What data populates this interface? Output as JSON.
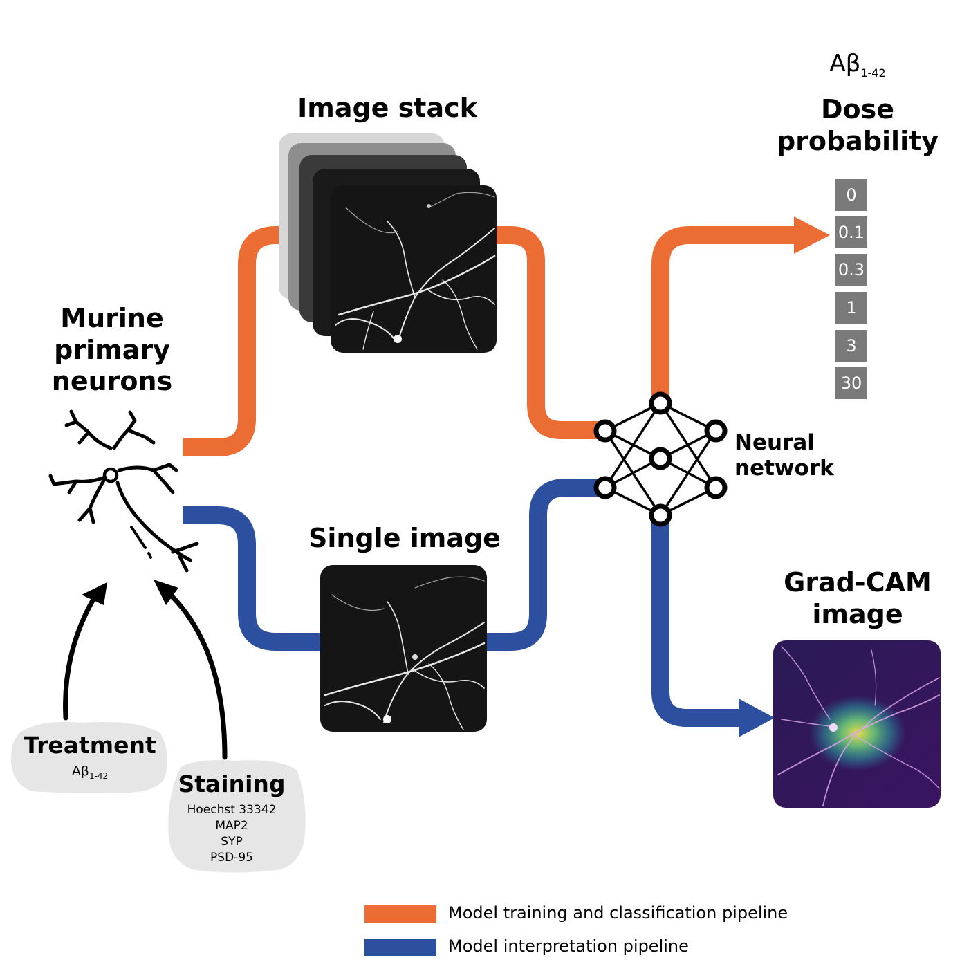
{
  "labels": {
    "murine": [
      "Murine",
      "primary",
      "neurons"
    ],
    "image_stack": "Image stack",
    "single_image": "Single image",
    "neural_network": [
      "Neural",
      "network"
    ],
    "dose_header": [
      "Dose",
      "probability"
    ],
    "abeta_main": "Aβ",
    "abeta_sub": "1-42",
    "gradcam": [
      "Grad-CAM",
      "image"
    ]
  },
  "treatment": {
    "title": "Treatment",
    "abeta_main": "Aβ",
    "abeta_sub": "1-42"
  },
  "staining": {
    "title": "Staining",
    "items": [
      "Hoechst 33342",
      "MAP2",
      "SYP",
      "PSD-95"
    ]
  },
  "dose_values": [
    "0",
    "0.1",
    "0.3",
    "1",
    "3",
    "30"
  ],
  "legend": [
    {
      "color": "#ec6d33",
      "label": "Model training and classification pipeline"
    },
    {
      "color": "#2c4fa0",
      "label": "Model interpretation pipeline"
    }
  ],
  "colors": {
    "orange": "#ec6d33",
    "blue": "#2c4fa0",
    "dose_box": "#7a7a7a",
    "bubble": "#e6e6e6"
  }
}
